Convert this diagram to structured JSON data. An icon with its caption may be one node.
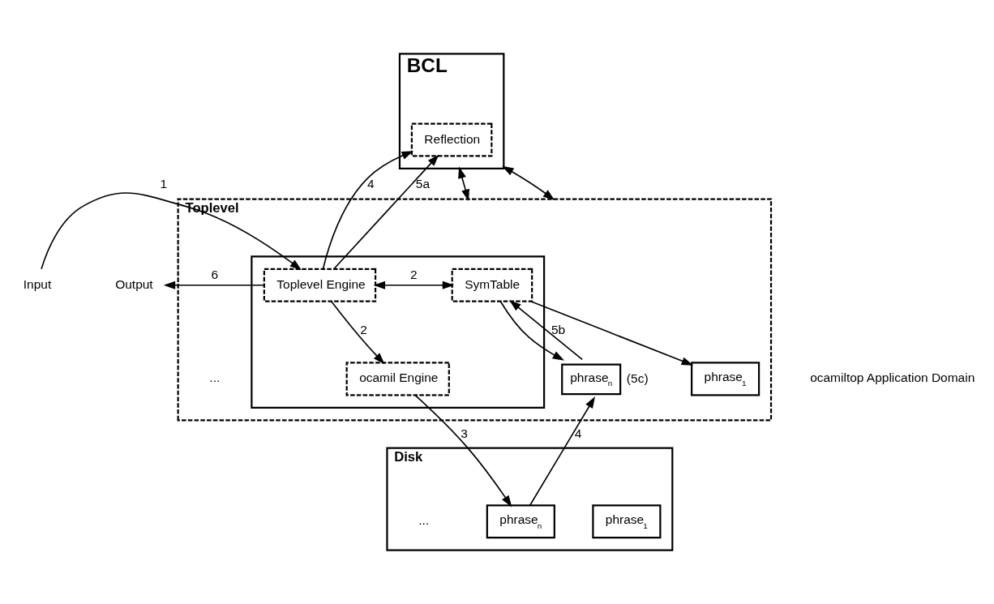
{
  "diagram": {
    "nodes": [
      {
        "text": [
          "BCL"
        ]
      },
      {
        "text": [
          "Reflection"
        ],
        "in": 0
      },
      {
        "text": [
          "Toplevel"
        ],
        "beside": [
          "ocamiltop Application Domain"
        ]
      },
      {
        "text": [],
        "shape": "box",
        "in": 2
      },
      {
        "text": [
          "Toplevel Engine"
        ],
        "in": 3
      },
      {
        "text": [
          "SymTable"
        ],
        "in": 3
      },
      {
        "text": [
          "ocamil Engine"
        ],
        "in": 3
      },
      {
        "text": [
          "phrase$_{1}$"
        ],
        "in": 2
      },
      {
        "text": [
          "phrase$_{n}$"
        ],
        "in": 2,
        "beside": [
          "(5c)"
        ]
      },
      {
        "text": [
          "Input"
        ]
      },
      {
        "text": [
          "Output"
        ]
      },
      {
        "text": [
          "Disk"
        ]
      },
      {
        "text": [
          "phrase$_{1}$"
        ],
        "in": 11
      },
      {
        "text": [
          "phrase$_{n}$"
        ],
        "in": 11
      }
    ],
    "edges": [
      {
        "from": 4,
        "to": 1,
        "arrow": "to",
        "label": "4"
      },
      {
        "from": 4,
        "to": 1,
        "arrow": "to",
        "label": "5a"
      },
      {
        "from": 0,
        "to": 2,
        "arrow": "both"
      },
      {
        "from": 0,
        "to": 2,
        "arrow": "both"
      },
      {
        "from": 9,
        "to": 4,
        "arrow": "to",
        "label": "1"
      },
      {
        "from": 4,
        "to": 10,
        "arrow": "to",
        "label": "6"
      },
      {
        "from": 4,
        "to": 5,
        "arrow": "both",
        "label": "2"
      },
      {
        "from": 4,
        "to": 6,
        "arrow": "to",
        "label": "2"
      },
      {
        "from": 5,
        "to": 7,
        "arrow": "to"
      },
      {
        "from": 5,
        "to": 8,
        "arrow": "to"
      },
      {
        "from": 8,
        "to": 5,
        "arrow": "to",
        "label": "5b"
      },
      {
        "from": 6,
        "to": 13,
        "arrow": "to",
        "label": "3"
      },
      {
        "from": 13,
        "to": 8,
        "arrow": "to",
        "label": "4"
      }
    ],
    "labels": [
      "...",
      "..."
    ]
  }
}
